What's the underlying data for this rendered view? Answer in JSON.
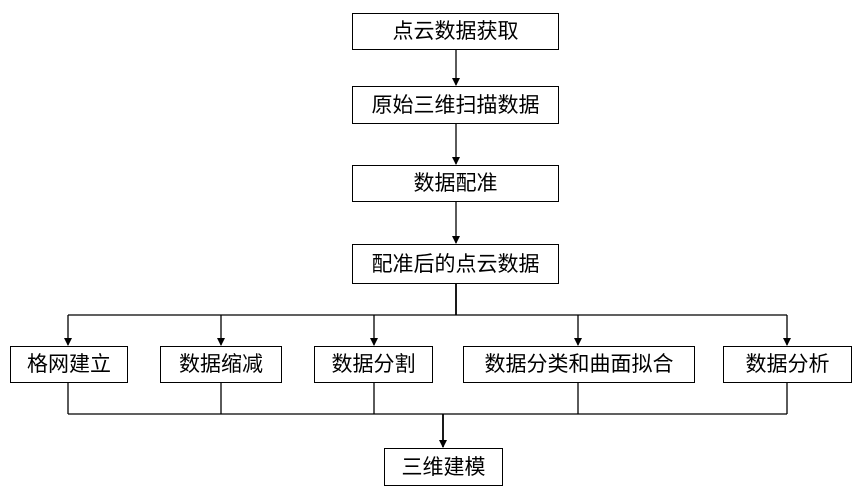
{
  "nodes": {
    "acquire": "点云数据获取",
    "raw_scan": "原始三维扫描数据",
    "registration": "数据配准",
    "registered": "配准后的点云数据",
    "mesh": "格网建立",
    "reduce": "数据缩减",
    "segment": "数据分割",
    "classify_fit": "数据分类和曲面拟合",
    "analyze": "数据分析",
    "model": "三维建模"
  },
  "edges": [
    [
      "acquire",
      "raw_scan"
    ],
    [
      "raw_scan",
      "registration"
    ],
    [
      "registration",
      "registered"
    ],
    [
      "registered",
      "mesh"
    ],
    [
      "registered",
      "reduce"
    ],
    [
      "registered",
      "segment"
    ],
    [
      "registered",
      "classify_fit"
    ],
    [
      "registered",
      "analyze"
    ],
    [
      "mesh",
      "model"
    ],
    [
      "reduce",
      "model"
    ],
    [
      "segment",
      "model"
    ],
    [
      "classify_fit",
      "model"
    ],
    [
      "analyze",
      "model"
    ]
  ]
}
